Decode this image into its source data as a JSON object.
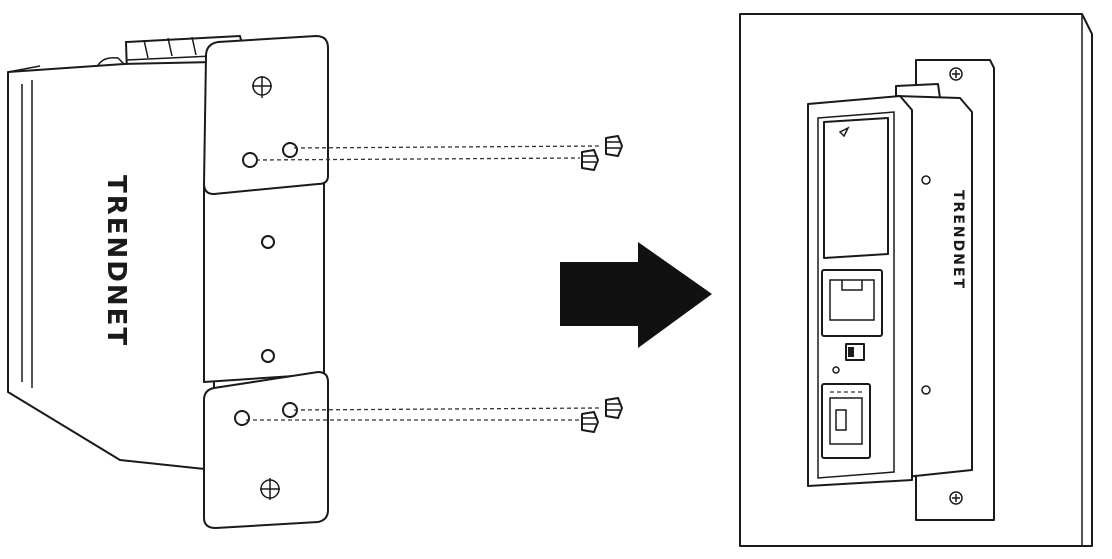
{
  "figure": {
    "brand_logo_text": "TRENDNET",
    "steps": [
      {
        "name": "attach-brackets",
        "screw_count": 4
      },
      {
        "name": "mounted-on-wall"
      }
    ],
    "arrow_direction": "right",
    "colors": {
      "line": "#1a1a1a",
      "fill": "#ffffff",
      "arrow": "#111111"
    }
  }
}
